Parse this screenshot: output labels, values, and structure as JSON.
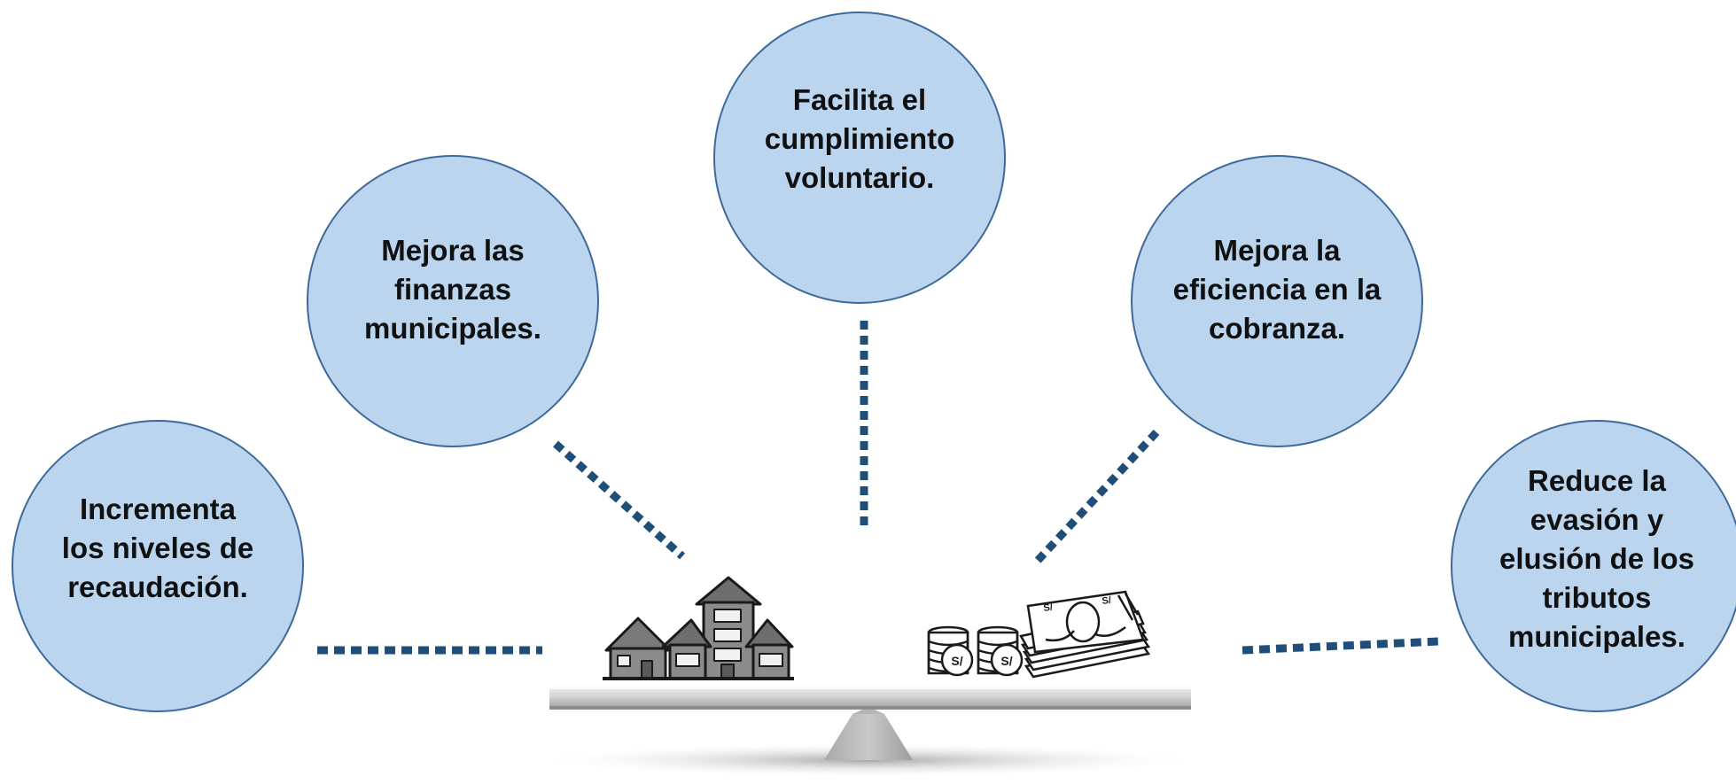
{
  "bubbles": [
    {
      "id": "recaudacion",
      "lines": [
        "Incrementa",
        "los niveles de",
        "recaudación."
      ]
    },
    {
      "id": "finanzas",
      "lines": [
        "Mejora las",
        "finanzas",
        "municipales."
      ]
    },
    {
      "id": "cumplimiento",
      "lines": [
        "Facilita el",
        "cumplimiento",
        "voluntario."
      ]
    },
    {
      "id": "cobranza",
      "lines": [
        "Mejora la",
        "eficiencia en la",
        "cobranza."
      ]
    },
    {
      "id": "evasion",
      "lines": [
        "Reduce la",
        "evasión y",
        "elusión de los",
        "tributos",
        "municipales."
      ]
    }
  ],
  "icons": {
    "coin_symbol": "S/"
  },
  "colors": {
    "bubble_fill": "#bcd5ef",
    "bubble_border": "#3d6a9b",
    "connector": "#1f4e79"
  }
}
